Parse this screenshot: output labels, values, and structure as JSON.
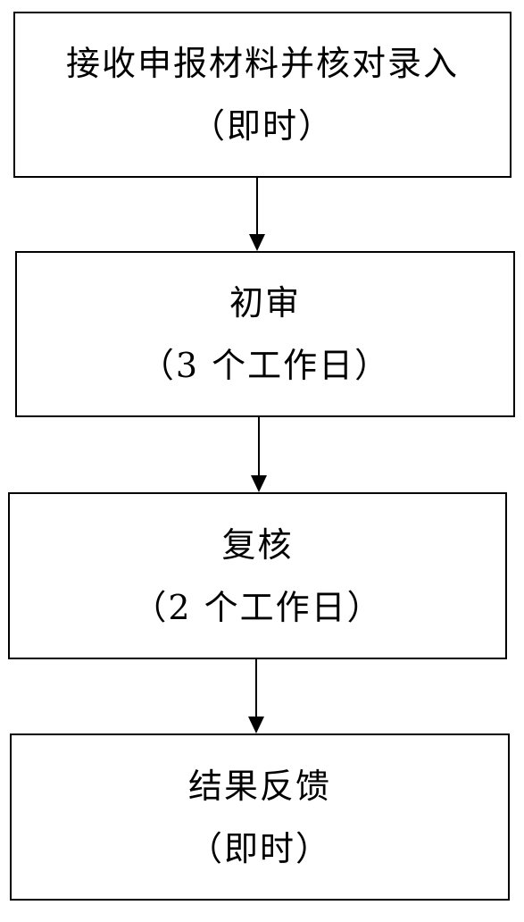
{
  "flowchart": {
    "steps": [
      {
        "title": "接收申报材料并核对录入",
        "duration": "（即时）"
      },
      {
        "title": "初审",
        "duration": "（3 个工作日）"
      },
      {
        "title": "复核",
        "duration": "（2 个工作日）"
      },
      {
        "title": "结果反馈",
        "duration": "（即时）"
      }
    ]
  }
}
